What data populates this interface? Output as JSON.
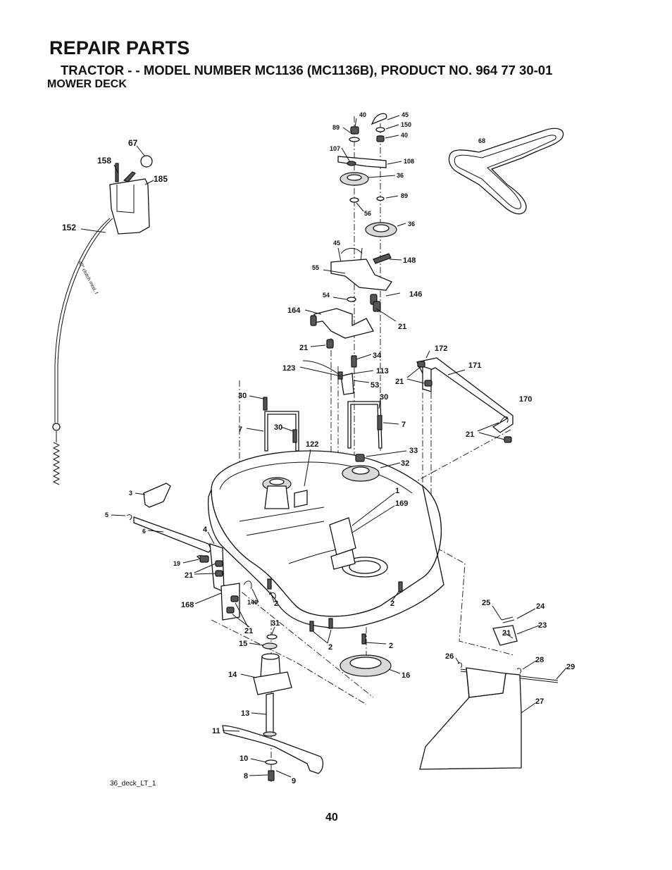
{
  "header": {
    "title": "REPAIR PARTS",
    "subtitle": "TRACTOR - - MODEL NUMBER MC1136 (MC1136B), PRODUCT NO. 964 77 30-01",
    "section": "MOWER DECK"
  },
  "footer": {
    "page_number": "40",
    "drawing_id": "36_deck_LT_1"
  },
  "cable_note": "42\" clutch mod. f",
  "callouts": {
    "c40a": "40",
    "c45a": "45",
    "c89a": "89",
    "c150": "150",
    "c40b": "40",
    "c107": "107",
    "c108": "108",
    "c36a": "36",
    "c89b": "89",
    "c56": "56",
    "c36b": "36",
    "c68": "68",
    "c67": "67",
    "c158": "158",
    "c185": "185",
    "c152": "152",
    "c45b": "45",
    "c55": "55",
    "c148": "148",
    "c54": "54",
    "c146": "146",
    "c164": "164",
    "c21a": "21",
    "c21b": "21",
    "c34": "34",
    "c172": "172",
    "c123": "123",
    "c113": "113",
    "c171": "171",
    "c21c": "21",
    "c53": "53",
    "c30a": "30",
    "c30b": "30",
    "c170": "170",
    "c7a": "7",
    "c30c": "30",
    "c7b": "7",
    "c21d": "21",
    "c122": "122",
    "c33": "33",
    "c32": "32",
    "c3": "3",
    "c1": "1",
    "c169": "169",
    "c5": "5",
    "c6": "6",
    "c4": "4",
    "c19": "19",
    "c21e": "21",
    "c168": "168",
    "c149": "149",
    "c2a": "2",
    "c2b": "2",
    "c21f": "21",
    "c31": "31",
    "c15": "15",
    "c2c": "2",
    "c2d": "2",
    "c25": "25",
    "c24": "24",
    "c23": "23",
    "c21g": "21",
    "c26": "26",
    "c28": "28",
    "c29": "29",
    "c16": "16",
    "c14": "14",
    "c27": "27",
    "c13": "13",
    "c11": "11",
    "c10": "10",
    "c8": "8",
    "c9": "9"
  }
}
